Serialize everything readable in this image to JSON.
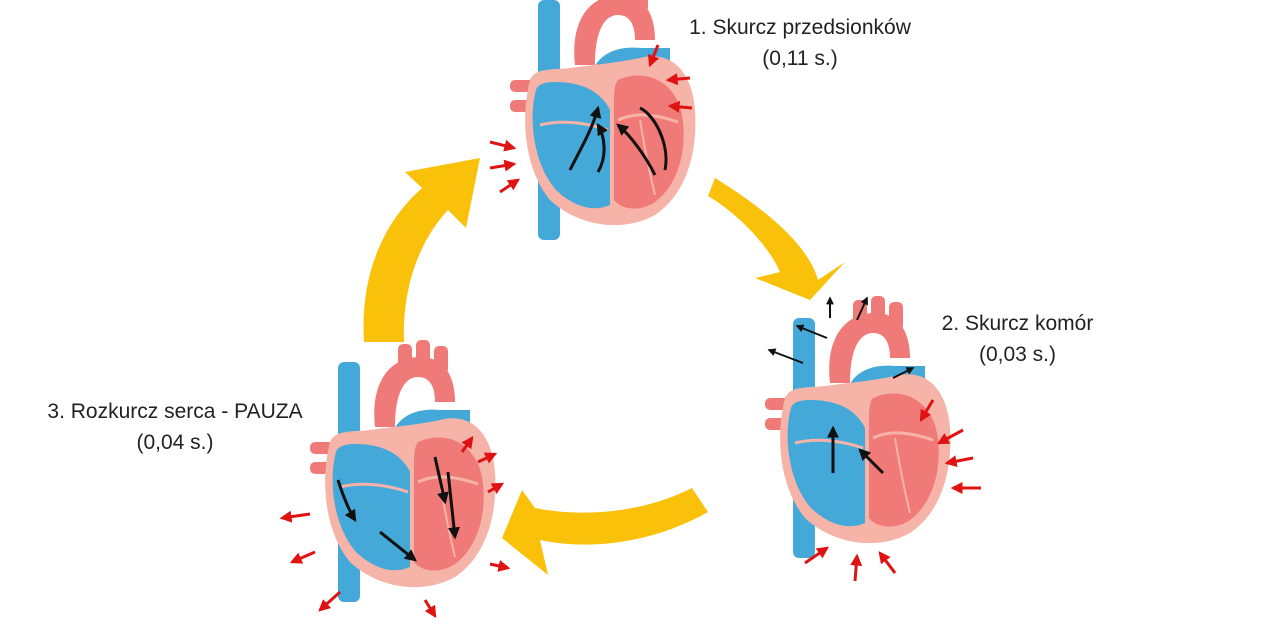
{
  "stages": [
    {
      "title": "1. Skurcz przedsionków",
      "duration": "(0,11 s.)"
    },
    {
      "title": "2. Skurcz komór",
      "duration": "(0,03 s.)"
    },
    {
      "title": "3. Rozkurcz serca - PAUZA",
      "duration": "(0,04 s.)"
    }
  ],
  "colors": {
    "cycle_arrow": "#FAC10A",
    "venous_blue": "#44A9D8",
    "arterial_red": "#F07A78",
    "myocardium_pink": "#F6B3A8",
    "force_arrow": "#E01212",
    "flow_arrow": "#111111"
  }
}
